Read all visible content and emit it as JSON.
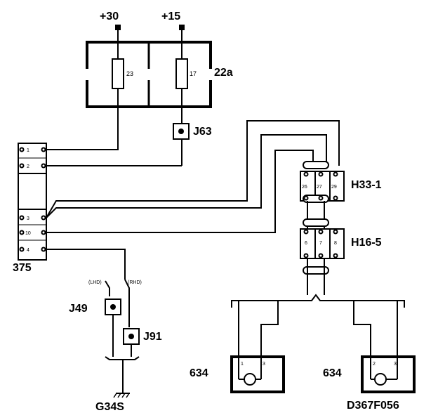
{
  "supplies": {
    "b30": "+30",
    "b15": "+15"
  },
  "fusebox": {
    "label": "22a",
    "fuse_a": "23",
    "fuse_b": "17"
  },
  "connectors": {
    "j63": "J63",
    "j49": "J49",
    "j91": "J91",
    "h33": {
      "label": "H33-1",
      "pins": [
        "26",
        "27",
        "29"
      ]
    },
    "h16": {
      "label": "H16-5",
      "pins": [
        "6",
        "7",
        "8"
      ]
    }
  },
  "module": {
    "label": "375",
    "pins": [
      "1",
      "2",
      "3",
      "10",
      "4"
    ]
  },
  "notes": {
    "lhd": "(LHD)",
    "rhd": "(RHD)"
  },
  "ground": "G34S",
  "motors": [
    {
      "label": "634",
      "pin_a": "1",
      "pin_b": "3"
    },
    {
      "label": "634",
      "pin_a": "2",
      "pin_b": "3"
    }
  ],
  "diagram_id": "D367F056",
  "colors": {
    "ink": "#000000",
    "paper": "#ffffff"
  }
}
